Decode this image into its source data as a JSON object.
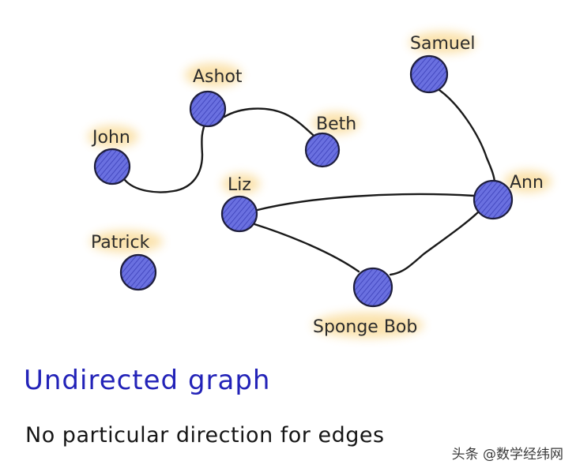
{
  "diagram": {
    "nodes": [
      {
        "id": "ashot",
        "label": "Ashot"
      },
      {
        "id": "john",
        "label": "John"
      },
      {
        "id": "beth",
        "label": "Beth"
      },
      {
        "id": "samuel",
        "label": "Samuel"
      },
      {
        "id": "liz",
        "label": "Liz"
      },
      {
        "id": "ann",
        "label": "Ann"
      },
      {
        "id": "patrick",
        "label": "Patrick"
      },
      {
        "id": "sponge_bob",
        "label": "Sponge Bob"
      }
    ],
    "edges": [
      {
        "from": "john",
        "to": "ashot"
      },
      {
        "from": "ashot",
        "to": "beth"
      },
      {
        "from": "samuel",
        "to": "ann"
      },
      {
        "from": "liz",
        "to": "ann"
      },
      {
        "from": "liz",
        "to": "sponge_bob"
      },
      {
        "from": "sponge_bob",
        "to": "ann"
      }
    ],
    "colors": {
      "node_fill": "#5a5fd6",
      "node_stroke": "#1e1e3c",
      "label_glow": "#f5c04a",
      "edge": "#1a1a1a"
    }
  },
  "captions": {
    "title": "Undirected graph",
    "subtitle": "No particular direction for edges"
  },
  "watermark": "头条 @数学经纬网",
  "colors": {
    "title": "#2323b8",
    "subtitle": "#161616"
  }
}
